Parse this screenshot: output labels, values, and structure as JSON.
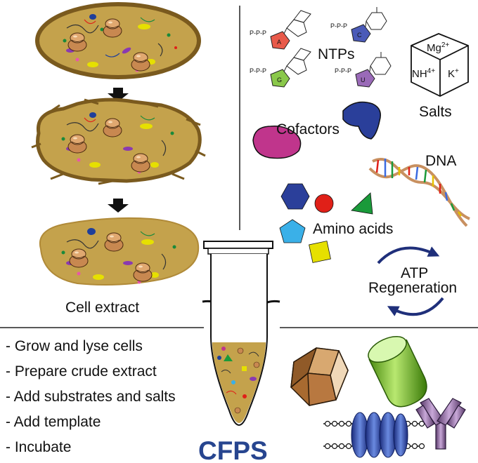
{
  "labels": {
    "cell_extract": "Cell extract",
    "ntps": "NTPs",
    "salts": "Salts",
    "cofactors": "Cofactors",
    "dna": "DNA",
    "amino_acids": "Amino acids",
    "atp_line1": "ATP",
    "atp_line2": "Regeneration",
    "cfps": "CFPS",
    "ppp": "P-P-P",
    "mg": "Mg",
    "mg_sup": "2+",
    "nh": "NH",
    "nh_sup": "4+",
    "k": "K",
    "k_sup": "+"
  },
  "nucleotides": [
    "A",
    "C",
    "G",
    "U"
  ],
  "steps": [
    "- Grow and lyse cells",
    "- Prepare crude extract",
    "- Add substrates and salts",
    "- Add template",
    "- Incubate"
  ],
  "colors": {
    "cell_fill": "#c4a24c",
    "cell_border": "#7a5a1e",
    "amino_hexagon": "#2b3f9a",
    "amino_circle": "#e02018",
    "amino_triangle": "#1a9a3a",
    "amino_pentagon": "#3ab0e8",
    "amino_square": "#e6e000",
    "cofactor_magenta": "#c0358c",
    "cofactor_blue": "#2a3f9a",
    "cfps_text": "#27458f",
    "base_A": "#e85a4a",
    "base_C": "#4a5ab8",
    "base_G": "#8ac84a",
    "base_U": "#9a6ab8"
  }
}
